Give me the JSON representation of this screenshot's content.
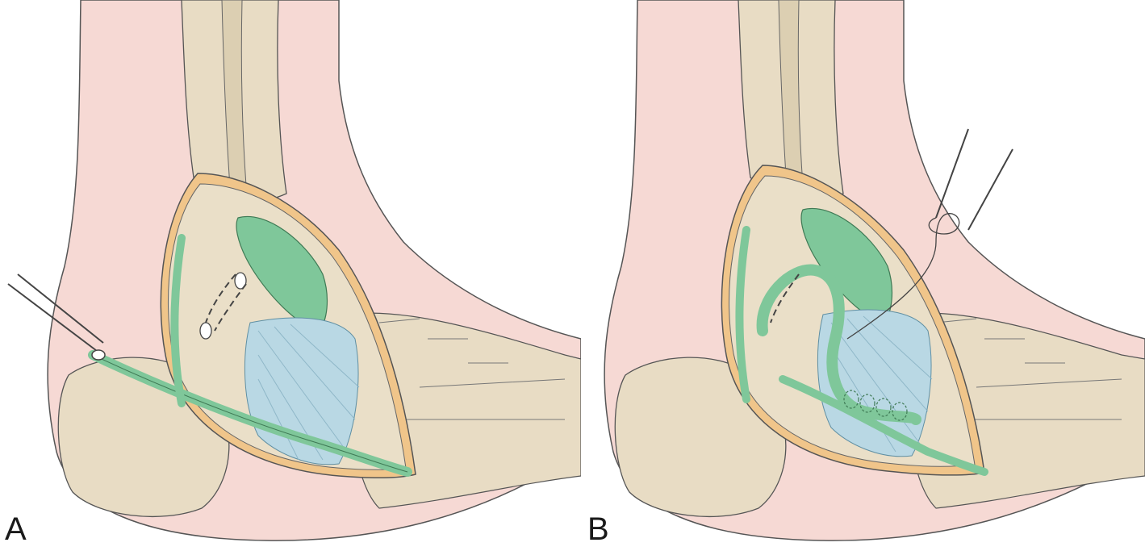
{
  "figure": {
    "panels": [
      {
        "id": "A",
        "label": "A",
        "description_icon": "ankle-tendon-transfer-illustration"
      },
      {
        "id": "B",
        "label": "B",
        "description_icon": "ankle-tendon-transfer-illustration"
      }
    ],
    "colors": {
      "skin": "#f6d9d4",
      "skin_edge": "#efc3bd",
      "bone": "#e8dcc4",
      "bone_shadow": "#d6c6a6",
      "tendon_green": "#7fc79a",
      "ligament_blue": "#b9d8e4",
      "incision_border": "#f0c58a",
      "outline": "#4a4a4a"
    }
  }
}
